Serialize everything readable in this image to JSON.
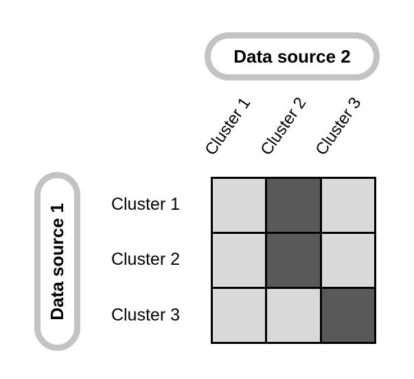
{
  "colors": {
    "light_cell": "#d9d9d9",
    "dark_cell": "#595959",
    "cell_border": "#000000",
    "pill_border": "#c3c3c3",
    "background": "#ffffff",
    "text": "#000000"
  },
  "source2": {
    "label": "Data source 2"
  },
  "source1": {
    "label": "Data source 1"
  },
  "matrix": {
    "col_labels": [
      "Cluster 1",
      "Cluster 2",
      "Cluster 3"
    ],
    "row_labels": [
      "Cluster 1",
      "Cluster 2",
      "Cluster 3"
    ],
    "cells": [
      [
        "light",
        "dark",
        "light"
      ],
      [
        "light",
        "dark",
        "light"
      ],
      [
        "light",
        "light",
        "dark"
      ]
    ]
  }
}
